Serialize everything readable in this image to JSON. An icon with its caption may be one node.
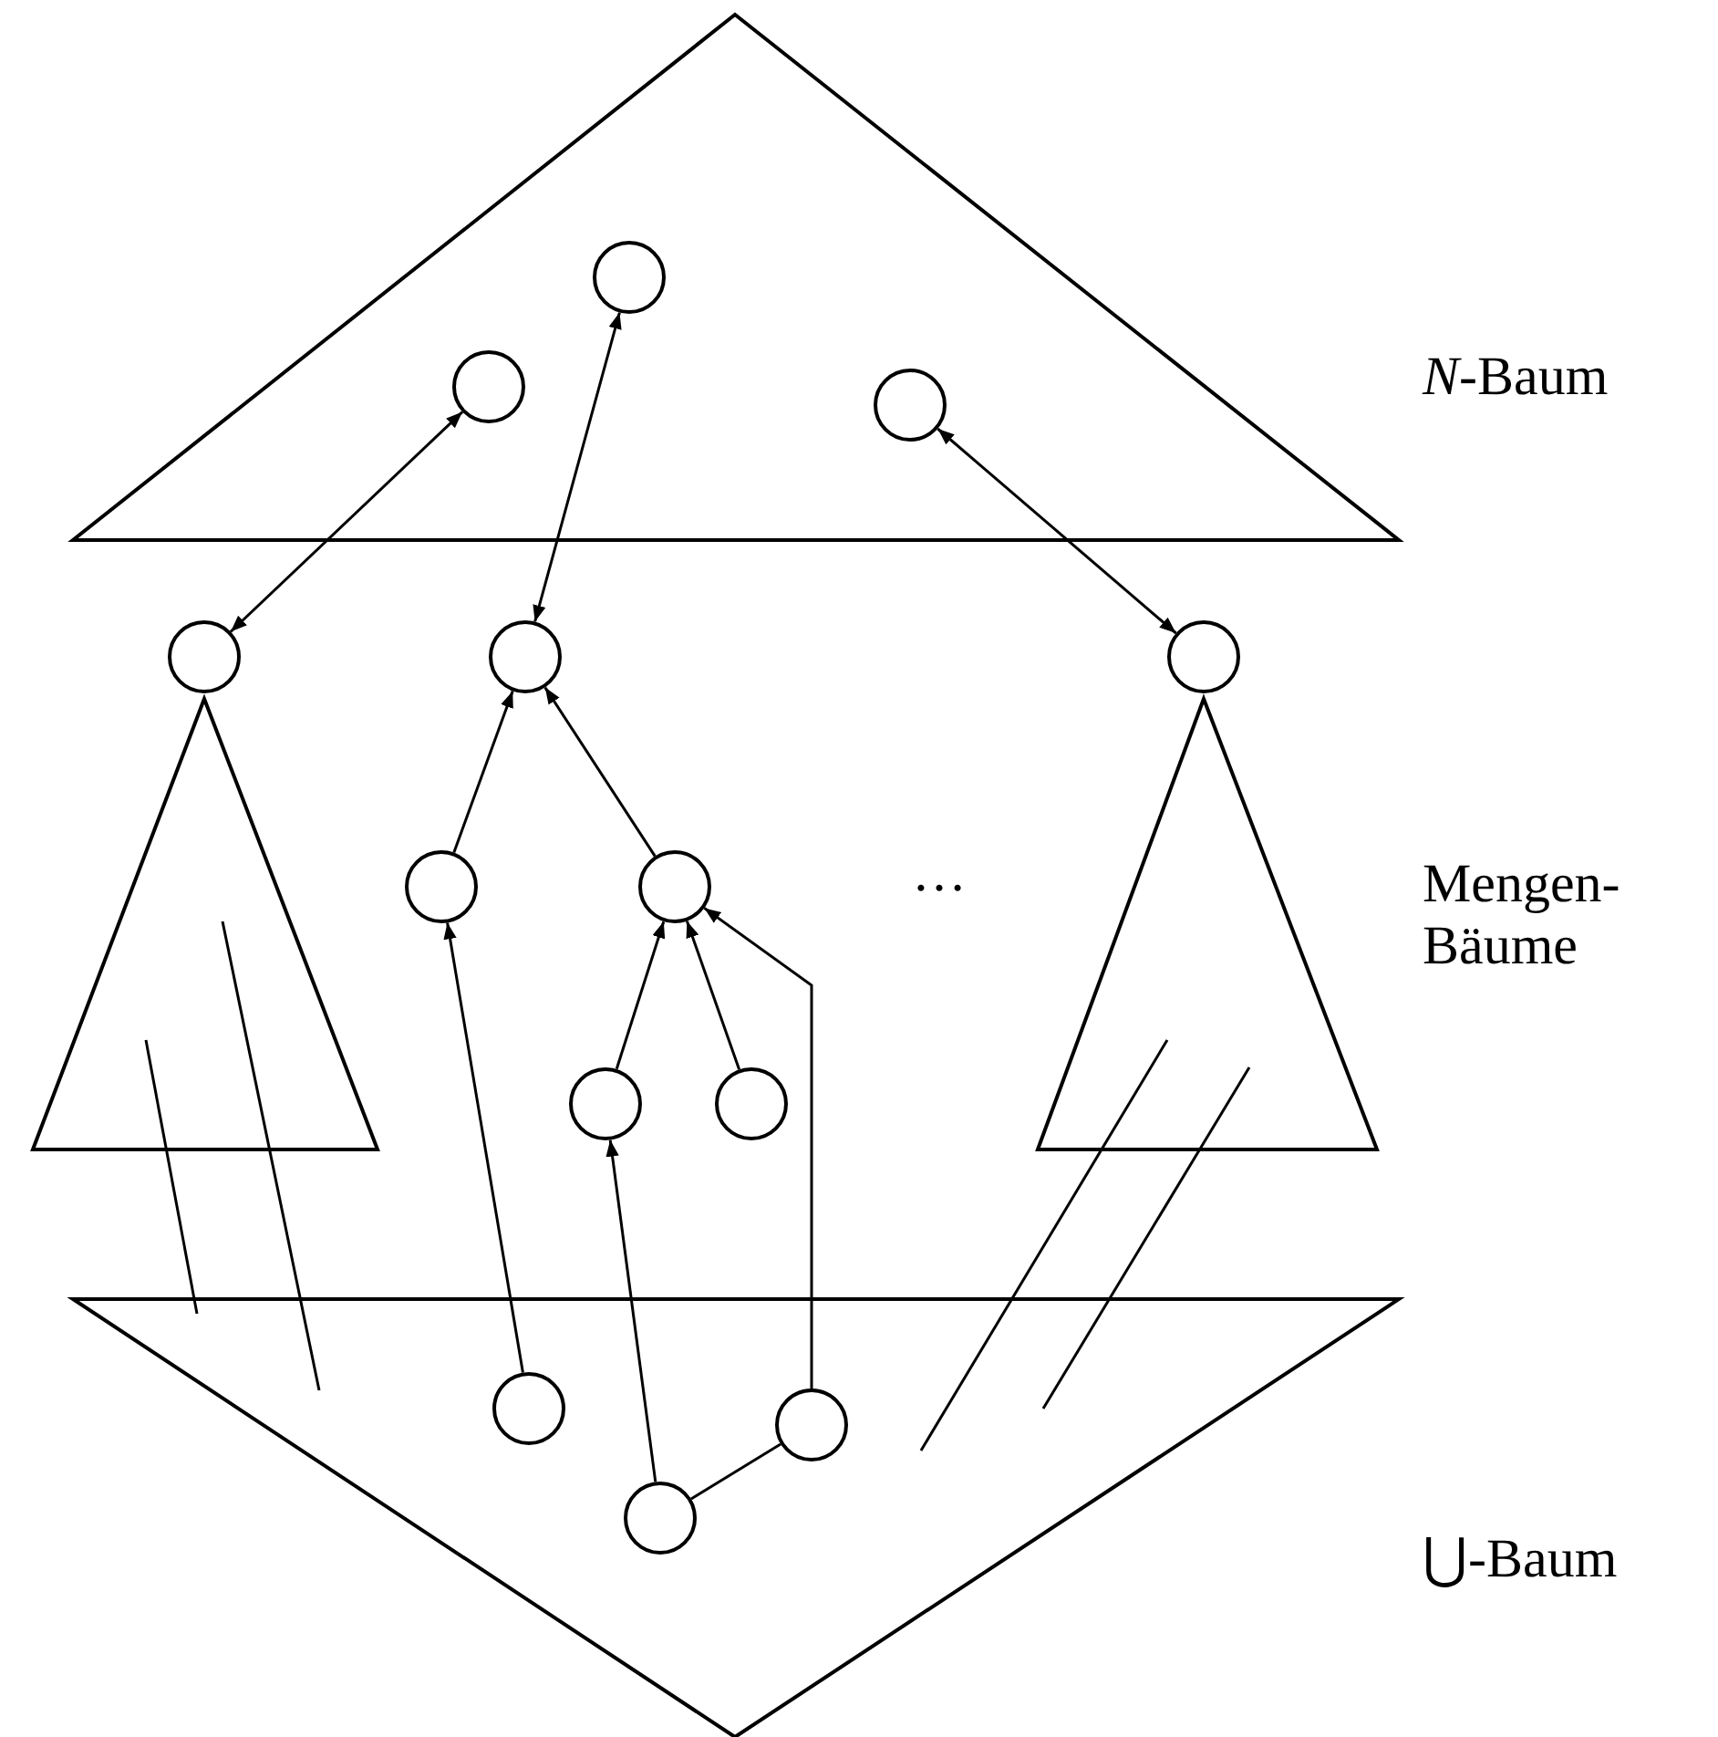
{
  "diagram": {
    "nodes": [
      {
        "text": [],
        "shape": "triangle"
      },
      {
        "text": [],
        "shape": "circle",
        "in": 0
      },
      {
        "text": [],
        "shape": "circle",
        "in": 0
      },
      {
        "text": [],
        "shape": "circle",
        "in": 0
      },
      {
        "text": [],
        "shape": "triangle"
      },
      {
        "text": [],
        "shape": "circle"
      },
      {
        "text": [],
        "shape": "circle"
      },
      {
        "text": [],
        "shape": "circle"
      },
      {
        "text": [],
        "shape": "circle"
      },
      {
        "text": [],
        "shape": "circle"
      },
      {
        "text": [],
        "shape": "circle"
      },
      {
        "text": [],
        "shape": "triangle"
      },
      {
        "text": [],
        "shape": "circle"
      },
      {
        "text": [],
        "shape": "triangle"
      },
      {
        "text": [],
        "shape": "circle",
        "in": 13
      },
      {
        "text": [],
        "shape": "circle",
        "in": 13
      },
      {
        "text": [],
        "shape": "circle",
        "in": 13
      }
    ],
    "edges": [
      {
        "from": 2,
        "to": 5,
        "arrow": "both"
      },
      {
        "from": 1,
        "to": 6,
        "arrow": "both"
      },
      {
        "from": 3,
        "to": 12,
        "arrow": "both"
      },
      {
        "from": 7,
        "to": 6,
        "arrow": "to"
      },
      {
        "from": 8,
        "to": 6,
        "arrow": "to"
      },
      {
        "from": 9,
        "to": 8,
        "arrow": "to"
      },
      {
        "from": 10,
        "to": 8,
        "arrow": "to"
      },
      {
        "from": 14,
        "to": 7,
        "arrow": "to"
      },
      {
        "from": 16,
        "to": 9,
        "arrow": "to"
      },
      {
        "from": 15,
        "to": 8,
        "arrow": "to"
      },
      {
        "from": 16,
        "to": 15,
        "arrow": "none"
      }
    ],
    "labels": [
      "*N*-Baum",
      "…",
      "Mengen- Bäume",
      "⋃-Baum"
    ]
  }
}
